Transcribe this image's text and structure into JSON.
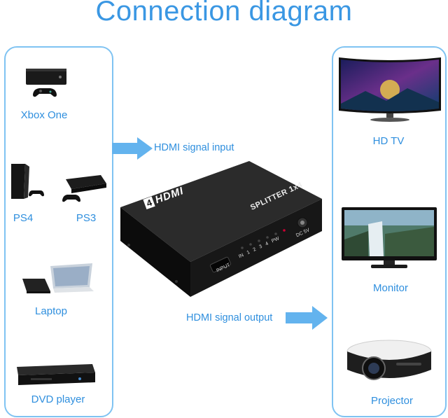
{
  "title": "Connection diagram",
  "sources": {
    "xbox": "Xbox One",
    "ps4": "PS4",
    "ps3": "PS3",
    "laptop": "Laptop",
    "dvd": "DVD player"
  },
  "outputs": {
    "hdtv": "HD TV",
    "monitor": "Monitor",
    "projector": "Projector"
  },
  "arrows": {
    "input": "HDMI signal input",
    "output": "HDMI signal output"
  },
  "splitter": {
    "badge_number": "4",
    "brand": "HDMI",
    "model": "SPLITTER 1x4",
    "port_input": "INPUT",
    "led_in": "IN",
    "led_1": "1",
    "led_2": "2",
    "led_3": "3",
    "led_4": "4",
    "led_pw": "PW",
    "dc": "DC 5V"
  },
  "colors": {
    "accent": "#3a97e3",
    "border": "#7fc3f2",
    "arrow": "#63b3ee"
  }
}
